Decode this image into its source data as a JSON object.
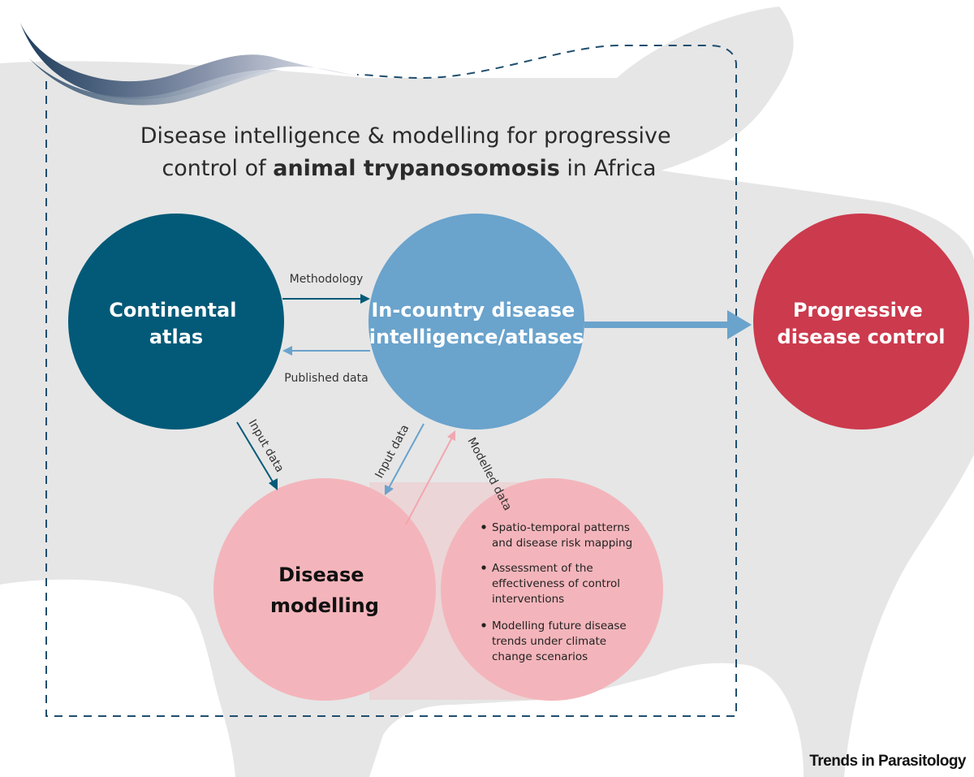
{
  "title": {
    "line1": "Disease intelligence & modelling for progressive",
    "line2_pre": "control of ",
    "line2_bold": "animal trypanosomosis",
    "line2_post": " in Africa"
  },
  "nodes": {
    "continental": {
      "line1": "Continental",
      "line2": "atlas",
      "color": "#025a78"
    },
    "incountry": {
      "line1": "In-country disease",
      "line2": "intelligence/atlases",
      "color": "#6aa3cc"
    },
    "progressive": {
      "line1": "Progressive",
      "line2": "disease control",
      "color": "#cc3a4d"
    },
    "modelling": {
      "line1": "Disease",
      "line2": "modelling",
      "color": "#f3b5bb"
    }
  },
  "edges": {
    "methodology": "Methodology",
    "published": "Published data",
    "input_left": "Input data",
    "input_mid": "Input data",
    "modelled": "Modelled data"
  },
  "bullets": [
    [
      "Spatio-temporal patterns",
      "and disease risk mapping"
    ],
    [
      "Assessment of the",
      "effectiveness of control",
      "interventions"
    ],
    [
      "Modelling future disease",
      "trends under climate",
      "change scenarios"
    ]
  ],
  "journal": "Trends in Parasitology"
}
